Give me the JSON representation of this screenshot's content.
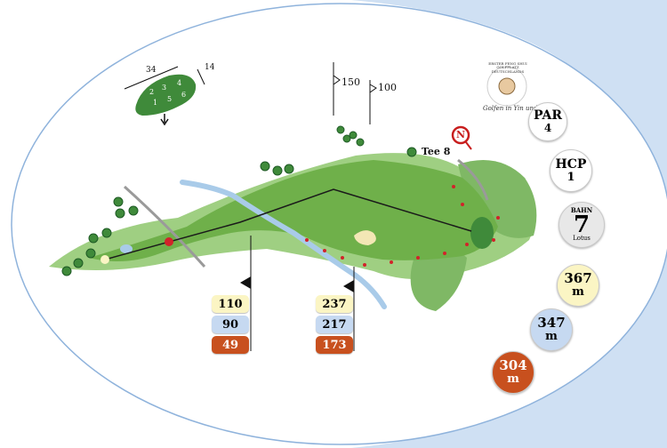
{
  "green_inset": {
    "width_label": "34",
    "depth_label": "14",
    "zones": [
      "2",
      "3",
      "4",
      "1",
      "5",
      "6"
    ]
  },
  "markers": {
    "m150": "150",
    "m100": "100"
  },
  "tee": {
    "label": "Tee 8",
    "compass": "N"
  },
  "left_distances": [
    "110",
    "90",
    "49"
  ],
  "right_distances": [
    "237",
    "217",
    "173"
  ],
  "logo": {
    "ring_text": "ERSTER FENG SHUI GOLFPLATZ DEUTSCHLANDS",
    "tagline": "Golfen in Yin und Yang"
  },
  "par": {
    "label": "PAR",
    "value": "4"
  },
  "hcp": {
    "label": "HCP",
    "value": "1"
  },
  "bahn": {
    "label": "BAHN",
    "number": "7",
    "name": "Lotus"
  },
  "lengths": [
    {
      "value": "367",
      "unit": "m"
    },
    {
      "value": "347",
      "unit": "m"
    },
    {
      "value": "304",
      "unit": "m"
    }
  ],
  "colors": {
    "yellow": "#fbf5c4",
    "blue": "#c6d9f1",
    "red": "#c8501e",
    "fairway": "#6fb04a",
    "rough": "#9fcf82",
    "water": "#a9cbe9"
  }
}
